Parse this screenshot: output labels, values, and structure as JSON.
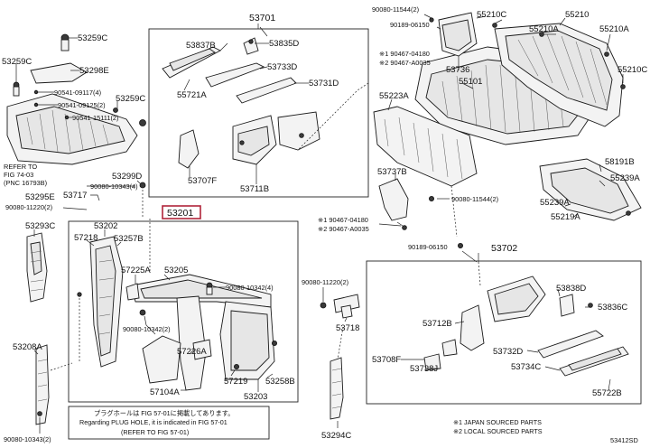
{
  "labels": {
    "l53259C_top": "53259C",
    "l53298E": "53298E",
    "l53259C_left": "53259C",
    "l90541_09117": "90541-09117(4)",
    "l90541_09125": "90541-09125(2)",
    "l90541_15111": "90541-15111(2)",
    "l53259C_mid": "53259C",
    "l53299D": "53299D",
    "l53295E": "53295E",
    "l53717": "53717",
    "l90080_10343_4": "90080-10343(4)",
    "l90080_11220_2_left": "90080-11220(2)",
    "l53293C": "53293C",
    "l53208A": "53208A",
    "l90080_10343_2": "90080-10343(2)",
    "l53701": "53701",
    "l53837B": "53837B",
    "l53835D": "53835D",
    "l53733D": "53733D",
    "l55721A": "55721A",
    "l53731D": "53731D",
    "l53707F": "53707F",
    "l53711B": "53711B",
    "l53201": "53201",
    "l53202": "53202",
    "l57218": "57218",
    "l53257B": "53257B",
    "l57225A": "57225A",
    "l53205": "53205",
    "l90080_10342_4": "90080-10342(4)",
    "l90080_10342_2": "90080-10342(2)",
    "l57226A": "57226A",
    "l57219": "57219",
    "l57104A": "57104A",
    "l53203": "53203",
    "l53258B": "53258B",
    "l90080_11220_2_mid": "90080-11220(2)",
    "l53718": "53718",
    "l53294C": "53294C",
    "l90080_11544_2_top": "90080-11544(2)",
    "l90189_06150_top": "90189-06150",
    "l55210C_top": "55210C",
    "l55210": "55210",
    "l55210A_1": "55210A",
    "l55210A_2": "55210A",
    "l90467_04180_top": "※1 90467-04180",
    "l90467_A0035_top": "※2 90467-A0035",
    "l53736": "53736",
    "l55101": "55101",
    "l55210C_right": "55210C",
    "l55223A": "55223A",
    "l58191B": "58191B",
    "l55239A_1": "55239A",
    "l55239A_2": "55239A",
    "l55219A": "55219A",
    "l53737B": "53737B",
    "l90080_11544_2_mid": "90080-11544(2)",
    "l90467_04180_mid": "※1 90467-04180",
    "l90467_A0035_mid": "※2 90467-A0035",
    "l90189_06150_mid": "90189-06150",
    "l53702": "53702",
    "l53838D": "53838D",
    "l53712B": "53712B",
    "l53836C": "53836C",
    "l53732D": "53732D",
    "l53708F": "53708F",
    "l53738J": "53738J",
    "l53734C": "53734C",
    "l55722B": "55722B",
    "l53412SD": "53412SD"
  },
  "notes": {
    "refer_fig_74_line1": "REFER TO",
    "refer_fig_74_line2": "FIG 74-03",
    "refer_fig_74_line3": "(PNC 16793B)",
    "jp_note": "プラグホールは FIG 57-01に掲載してあります。",
    "en_note": "Regarding PLUG HOLE, it is indicated in FIG 57-01",
    "refer_fig_57": "(REFER TO FIG 57-01)",
    "legend_jp": "※1 JAPAN SOURCED PARTS",
    "legend_2": "※2 LOCAL SOURCED PARTS"
  },
  "colors": {
    "highlight": "#b0243a",
    "line": "#222222"
  }
}
